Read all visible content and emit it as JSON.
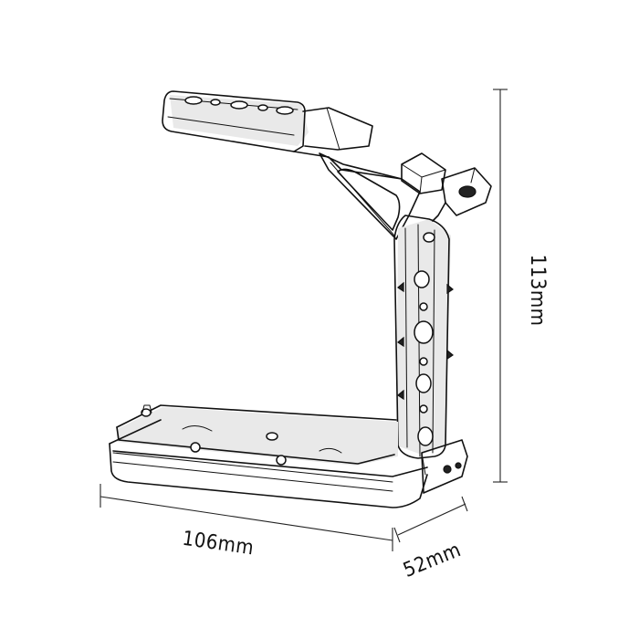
{
  "dimensions": {
    "width_label": "106mm",
    "depth_label": "52mm",
    "height_label": "113mm"
  },
  "colors": {
    "line": "#111111",
    "background": "#ffffff"
  }
}
